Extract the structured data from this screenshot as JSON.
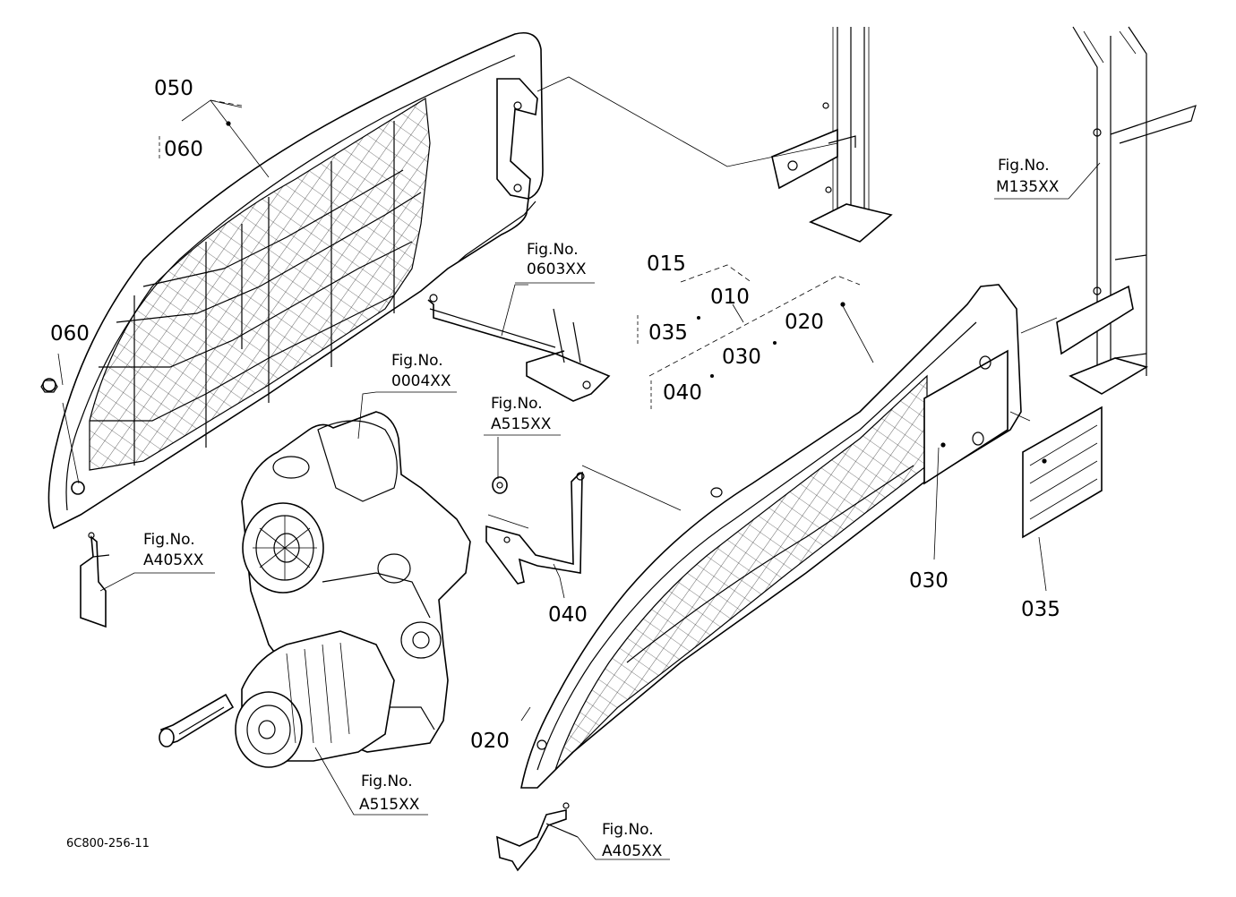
{
  "labels": {
    "c050": "050",
    "c060_top": "060",
    "c060_left": "060",
    "c015": "015",
    "c010": "010",
    "c035_mid": "035",
    "c020_mid": "020",
    "c030_mid": "030",
    "c040_mid": "040",
    "c040_bracket": "040",
    "c030": "030",
    "c035": "035",
    "c020": "020"
  },
  "fig_refs": {
    "f0603_a": "Fig.No.",
    "f0603_b": "0603XX",
    "fM135_a": "Fig.No.",
    "fM135_b": "M135XX",
    "f0004_a": "Fig.No.",
    "f0004_b": "0004XX",
    "fA515top_a": "Fig.No.",
    "fA515top_b": "A515XX",
    "fA405left_a": "Fig.No.",
    "fA405left_b": "A405XX",
    "fA515bot_a": "Fig.No.",
    "fA515bot_b": "A515XX",
    "fA405bot_a": "Fig.No.",
    "fA405bot_b": "A405XX"
  },
  "drawing_code": "6C800-256-11"
}
